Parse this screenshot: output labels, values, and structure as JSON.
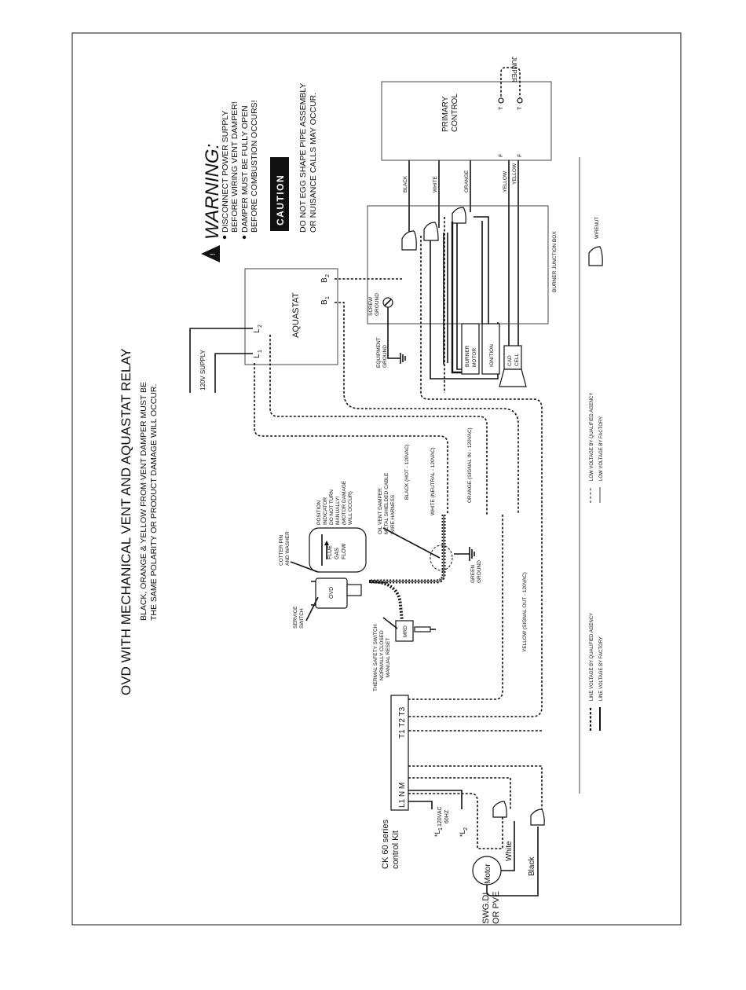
{
  "title": "OVD WITH MECHANICAL VENT AND AQUASTAT RELAY",
  "subtitle_line1": "BLACK, ORANGE & YELLOW FROM VENT DAMPER MUST BE",
  "subtitle_line2": "THE SAME POLARITY OR PRODUCT DAMAGE WILL OCCUR.",
  "warning": {
    "heading": "WARNING:",
    "line1": "DISCONNECT POWER SUPPLY",
    "line2": "BEFORE WIRING VENT DAMPER!",
    "line3": "DAMPER MUST BE FULLY OPEN",
    "line4": "BEFORE COMBUSTION OCCURS!"
  },
  "caution": {
    "badge": "CAUTION",
    "line1": "DO NOT EGG SHAPE PIPE ASSEMBLY",
    "line2": "OR NUISANCE CALLS MAY OCCUR."
  },
  "primary_control": {
    "line1": "PRIMARY",
    "line2": "CONTROL",
    "jumper": "JUMPER",
    "term_t": "T",
    "term_f": "F"
  },
  "junction_box": "BURNER JUNCTION BOX",
  "wirenut_legend": "WIRENUT",
  "wire_colors": {
    "black": "BLACK",
    "white": "WHITE",
    "orange": "ORANGE",
    "yellow": "YELLOW"
  },
  "aquastat": {
    "label": "AQUASTAT",
    "supply": "120V SUPPLY",
    "l1": "L",
    "l1_sub": "1",
    "l2": "L",
    "l2_sub": "2",
    "b1": "B",
    "b1_sub": "1",
    "b2": "B",
    "b2_sub": "2"
  },
  "screw_ground": {
    "line1": "SCREW",
    "line2": "GROUND"
  },
  "equipment_ground": {
    "line1": "EQUIPMENT",
    "line2": "GROUND"
  },
  "burner_motor": {
    "line1": "BURNER",
    "line2": "MOTOR"
  },
  "ignition": "IGNITION",
  "cad_cell": {
    "line1": "CAD",
    "line2": "CELL"
  },
  "legend": {
    "low_agency": "LOW VOLTAGE BY QUALIFIED AGENCY",
    "low_factory": "LOW VOLTAGE BY FACTORY",
    "line_agency": "LINE VOLTAGE BY QUALIFIED AGENCY",
    "line_factory": "LINE VOLTAGE BY FACTORY"
  },
  "harness": {
    "black": "BLACK (HOT - 120VAC)",
    "white": "WHITE (NEUTRAL - 120VAC)",
    "orange": "ORANGE (SIGNAL IN - 120VAC)",
    "yellow": "YELLOW (SIGNAL OUT - 120VAC)",
    "cable_line1": "OIL VENT DAMPER",
    "cable_line2": "METAL SHIELDED CABLE",
    "cable_line3": "WIRE HARNESS"
  },
  "green_ground": {
    "line1": "GREEN",
    "line2": "GROUND"
  },
  "damper": {
    "position_line1": "POSITION",
    "position_line2": "INDICATOR",
    "position_line3": "DO NOT TURN",
    "position_line4": "MANUALLY!",
    "position_line5": "(MOTOR DAMAGE",
    "position_line6": "WILL OCCUR)",
    "cotter_line1": "COTTER PIN",
    "cotter_line2": "AND WASHER",
    "flue_line1": "FLUE",
    "flue_line2": "GAS",
    "flue_line3": "FLOW",
    "ovd": "OVD",
    "service_line1": "SERVICE",
    "service_line2": "SWITCH",
    "thermal_line1": "THERMAL SAFETY SWITCH",
    "thermal_line2": "NORMALLY CLOSED",
    "thermal_line3": "MANUAL RESET",
    "mrd": "MRD"
  },
  "control_kit": {
    "line1": "CK 60 series",
    "line2": "control Kit",
    "terminals": "L1 N M",
    "t_terminals": "T1 T2 T3",
    "l1": "*L",
    "l1_sub": "1",
    "l2": "*L",
    "l2_sub": "2",
    "vac": "120VAC",
    "hz": "60HZ"
  },
  "motor": {
    "swg_line1": "SWG.DI",
    "swg_line2": "OR PVE",
    "motor": "Motor",
    "white": "White",
    "black": "Black"
  }
}
